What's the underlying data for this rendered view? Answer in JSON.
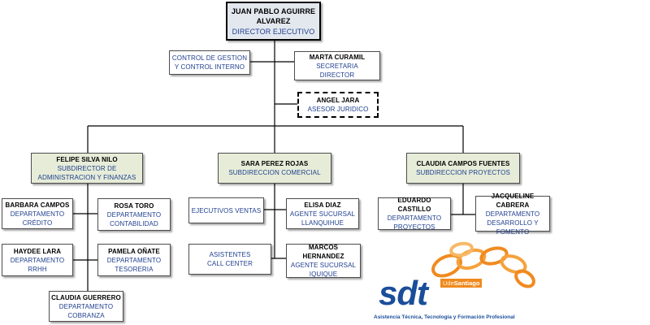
{
  "org": {
    "director": {
      "name": "JUAN PABLO AGUIRRE ALVAREZ",
      "role": "DIRECTOR EJECUTIVO"
    },
    "control": {
      "role_line1": "CONTROL DE GESTION",
      "role_line2": "Y CONTROL INTERNO"
    },
    "secretaria": {
      "name": "MARTA CURAMIL",
      "role_line1": "SECRETARIA",
      "role_line2": "DIRECTOR"
    },
    "asesor": {
      "name": "ANGEL JARA",
      "role": "ASESOR JURIDICO"
    },
    "sub_admin": {
      "name": "FELIPE SILVA NILO",
      "role_line1": "SUBDIRECTOR DE",
      "role_line2": "ADMINISTRACION Y FINANZAS"
    },
    "sub_comercial": {
      "name": "SARA PEREZ ROJAS",
      "role": "SUBDIRECCION COMERCIAL"
    },
    "sub_proyectos": {
      "name": "CLAUDIA CAMPOS FUENTES",
      "role": "SUBDIRECCION PROYECTOS"
    },
    "credito": {
      "name": "BARBARA CAMPOS",
      "role_line1": "DEPARTAMENTO",
      "role_line2": "CRÉDITO"
    },
    "contabilidad": {
      "name": "ROSA TORO",
      "role_line1": "DEPARTAMENTO",
      "role_line2": "CONTABILIDAD"
    },
    "rrhh": {
      "name": "HAYDEE LARA",
      "role_line1": "DEPARTAMENTO",
      "role_line2": "RRHH"
    },
    "tesoreria": {
      "name": "PAMELA OÑATE",
      "role_line1": "DEPARTAMENTO",
      "role_line2": "TESORERIA"
    },
    "cobranza": {
      "name": "CLAUDIA GUERRERO",
      "role_line1": "DEPARTAMENTO",
      "role_line2": "COBRANZA"
    },
    "ejecutivos": {
      "role": "EJECUTIVOS VENTAS"
    },
    "llanquihue": {
      "name": "ELISA DIAZ",
      "role_line1": "AGENTE SUCURSAL",
      "role_line2": "LLANQUIHUE"
    },
    "callcenter": {
      "role_line1": "ASISTENTES",
      "role_line2": "CALL CENTER"
    },
    "iquique": {
      "name": "MARCOS HERNANDEZ",
      "role_line1": "AGENTE SUCURSAL",
      "role_line2": "IQUIQUE"
    },
    "proyectos_dept": {
      "name": "EDUARDO CASTILLO",
      "role_line1": "DEPARTAMENTO",
      "role_line2": "PROYECTOS"
    },
    "desarrollo": {
      "name": "JACQUELINE CABRERA",
      "role_line1": "DEPARTAMENTO",
      "role_line2": "DESARROLLO Y",
      "role_line3": "FOMENTO"
    }
  },
  "logo": {
    "main": "sdt",
    "tag_a": "Ude",
    "tag_b": "Santiago",
    "caption": "Asistencia Técnica, Tecnología y Formación Profesional"
  },
  "colors": {
    "role_text": "#1f3f8f",
    "tint_fill": "#e6ecd8",
    "director_fill": "#e3e8ef",
    "logo_blue": "#1a4e9a",
    "logo_orange": "#f08a1f"
  }
}
